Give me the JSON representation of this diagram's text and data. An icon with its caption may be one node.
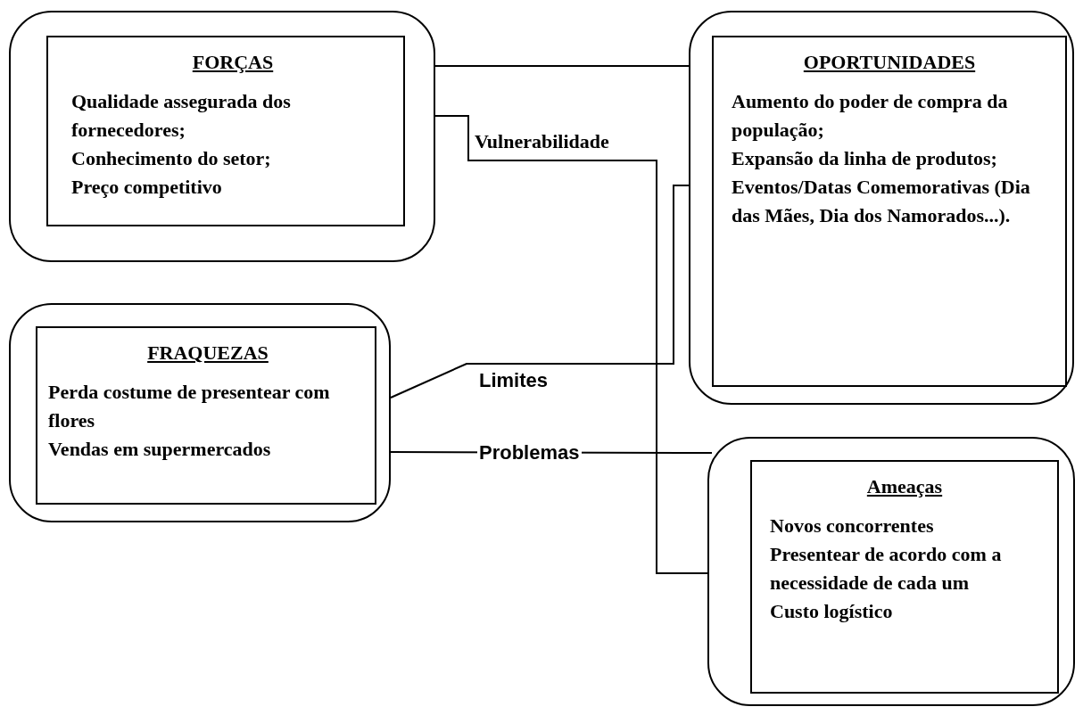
{
  "diagram": {
    "nodes": [
      {
        "text": [],
        "shape": "box"
      },
      {
        "text": [
          "FORÇAS",
          "Qualidade assegurada dos fornecedores;",
          "Conhecimento do setor;",
          "Preço competitivo"
        ],
        "in": 0
      },
      {
        "text": [],
        "shape": "box"
      },
      {
        "text": [
          "OPORTUNIDADES",
          "Aumento do poder de compra da população;",
          "Expansão da linha de produtos;",
          "Eventos/Datas Comemorativas (Dia das Mães, Dia dos Namorados...)."
        ],
        "in": 2
      },
      {
        "text": [],
        "shape": "box"
      },
      {
        "text": [
          "FRAQUEZAS",
          "Perda costume de presentear com flores",
          "Vendas em supermercados"
        ],
        "in": 4
      },
      {
        "text": [],
        "shape": "box"
      },
      {
        "text": [
          "Ameaças",
          "Novos concorrentes",
          "Presentear de acordo com a necessidade de cada um",
          "Custo logístico"
        ],
        "in": 6
      }
    ],
    "edges": [
      {
        "from": 0,
        "to": 2,
        "arrow": "none"
      },
      {
        "from": 0,
        "to": 6,
        "arrow": "none",
        "label": "Vulnerabilidade"
      },
      {
        "from": 4,
        "to": 2,
        "arrow": "none",
        "label": "Limites"
      },
      {
        "from": 4,
        "to": 6,
        "arrow": "none",
        "label": "Problemas"
      }
    ]
  }
}
